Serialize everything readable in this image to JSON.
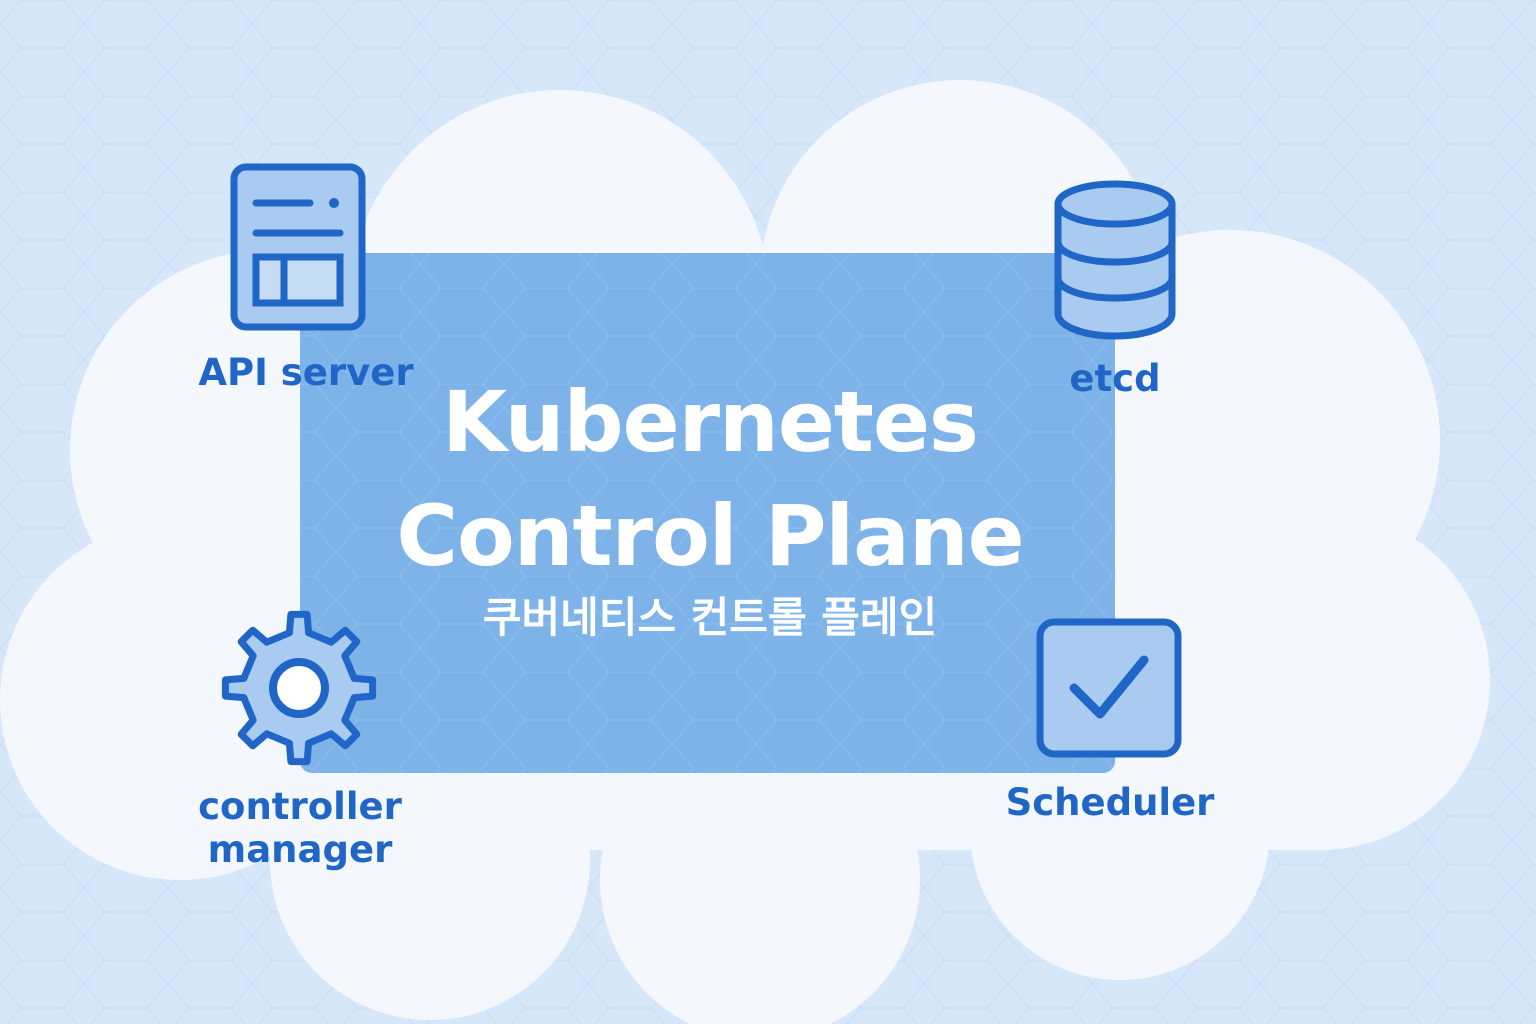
{
  "title": {
    "line1": "Kubernetes",
    "line2": "Control Plane"
  },
  "subtitle": "쿠버네티스 컨트롤 플레인",
  "components": {
    "api_server": {
      "label": "API server",
      "icon": "server-icon"
    },
    "etcd": {
      "label": "etcd",
      "icon": "database-icon"
    },
    "controller_manager": {
      "label_line1": "controller",
      "label_line2": "manager",
      "icon": "gear-icon"
    },
    "scheduler": {
      "label": "Scheduler",
      "icon": "checkbox-icon"
    }
  },
  "colors": {
    "background": "#d6e7f9",
    "cloud": "#f4f8fd",
    "panel": "#7db3e8",
    "accent": "#1f66c6",
    "icon_fill": "#a9cbf1"
  }
}
